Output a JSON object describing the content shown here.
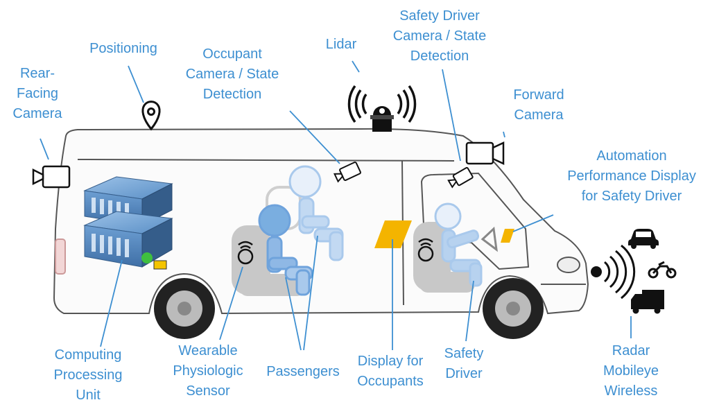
{
  "labels": {
    "rear_camera": "Rear-\nFacing\nCamera",
    "positioning": "Positioning",
    "occupant_camera": "Occupant\nCamera / State\nDetection",
    "lidar": "Lidar",
    "safety_driver_camera": "Safety Driver\nCamera / State\nDetection",
    "forward_camera": "Forward\nCamera",
    "automation_display": "Automation\nPerformance Display\nfor Safety Driver",
    "computing_unit": "Computing\nProcessing\nUnit",
    "wearable_sensor": "Wearable\nPhysiologic\nSensor",
    "passengers": "Passengers",
    "display_occupants": "Display for\nOccupants",
    "safety_driver": "Safety\nDriver",
    "radar": "Radar\nMobileye\nWireless"
  },
  "colors": {
    "label_text": "#3d8fd1",
    "leader_line": "#3d8fd1",
    "van_outline": "#555555",
    "seat_gray": "#c8c8c8",
    "occupant_blue": "#a9c9ec",
    "occupant_blue_dark": "#6fa3dc",
    "display_yellow": "#f4b400",
    "server_blue": "#4a7fb5",
    "icon_black": "#111111"
  },
  "icons": [
    "location-pin-icon",
    "lidar-icon",
    "camera-icon",
    "server-icon",
    "wearable-sensor-icon",
    "radar-wave-icon",
    "car-icon",
    "motorcycle-icon",
    "truck-icon"
  ]
}
